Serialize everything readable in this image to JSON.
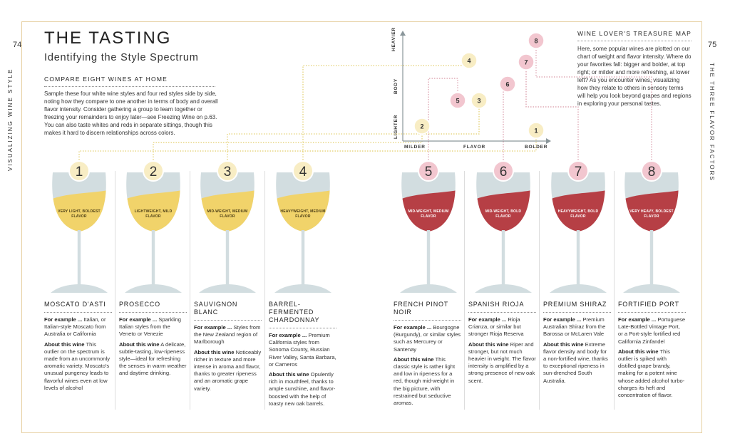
{
  "page": {
    "left_number": "74",
    "right_number": "75",
    "left_side_title": "VISUALIZING WINE STYLE",
    "right_side_title": "THE THREE FLAVOR FACTORS"
  },
  "header": {
    "title": "THE TASTING",
    "subtitle": "Identifying the Style Spectrum"
  },
  "intro": {
    "heading": "COMPARE EIGHT WINES AT HOME",
    "text": "Sample these four white wine styles and four red styles side by side, noting how they compare to one another in terms of body and overall flavor intensity. Consider gathering a group to learn together or freezing your remainders to enjoy later—see Freezing Wine on p.63. You can also taste whites and reds in separate sittings, though this makes it hard to discern relationships across colors."
  },
  "map": {
    "heading": "WINE LOVER'S TREASURE MAP",
    "text": "Here, some popular wines are plotted on our chart of weight and flavor intensity. Where do your favorites fall: bigger and bolder, at top right; or milder and more refreshing, at lower left? As you encounter wines, visualizing how they relate to others in sensory terms will help you look beyond grapes and regions in exploring your personal tastes.",
    "y_axis": "BODY",
    "y_top": "HEAVIER",
    "y_bottom": "LIGHTER",
    "x_axis": "FLAVOR",
    "x_left": "MILDER",
    "x_right": "BOLDER"
  },
  "colors": {
    "white_wine": "#f1d36a",
    "white_badge": "#f8edc4",
    "red_wine": "#b63f45",
    "red_badge": "#f2c6cf",
    "glass": "#d2dde0",
    "connector_white": "#e3cf6e",
    "connector_red": "#d99aa8"
  },
  "wines": [
    {
      "num": "1",
      "type": "white",
      "glass_label": "VERY LIGHT, BOLDEST FLAVOR",
      "name": "MOSCATO D'ASTI",
      "example": "Italian, or Italian-style Moscato from Australia or California",
      "about": "This outlier on the spectrum is made from an uncommonly aromatic variety. Moscato's unusual pungency leads to flavorful wines even at low levels of alcohol"
    },
    {
      "num": "2",
      "type": "white",
      "glass_label": "LIGHTWEIGHT, MILD FLAVOR",
      "name": "PROSECCO",
      "example": "Sparkling Italian styles from the Veneto or Venezie",
      "about": "A delicate, subtle-tasting, low-ripeness style—ideal for refreshing the senses in warm weather and daytime drinking."
    },
    {
      "num": "3",
      "type": "white",
      "glass_label": "MID-WEIGHT, MEDIUM FLAVOR",
      "name": "SAUVIGNON BLANC",
      "example": "Styles from the New Zealand region of Marlborough",
      "about": "Noticeably richer in texture and more intense in aroma and flavor, thanks to greater ripeness and an aromatic grape variety."
    },
    {
      "num": "4",
      "type": "white",
      "glass_label": "HEAVYWEIGHT, MEDIUM FLAVOR",
      "name": "BARREL-FERMENTED CHARDONNAY",
      "example": "Premium California styles from Sonoma County, Russian River Valley, Santa Barbara, or Carneros",
      "about": "Opulently rich in mouthfeel, thanks to ample sunshine, and flavor-boosted with the help of toasty new oak barrels."
    },
    {
      "num": "5",
      "type": "red",
      "glass_label": "MID-WEIGHT, MEDIUM FLAVOR",
      "name": "FRENCH PINOT NOIR",
      "example": "Bourgogne (Burgundy), or similar styles such as Mercurey or Santenay",
      "about": "This classic style is rather light and low in ripeness for a red, though mid-weight in the big picture, with restrained but seductive aromas."
    },
    {
      "num": "6",
      "type": "red",
      "glass_label": "MID-WEIGHT, BOLD FLAVOR",
      "name": "SPANISH RIOJA",
      "example": "Rioja Crianza, or similar but stronger Rioja Reserva",
      "about": "Riper and stronger, but not much heavier in weight. The flavor intensity is amplified by a strong presence of new oak scent."
    },
    {
      "num": "7",
      "type": "red",
      "glass_label": "HEAVYWEIGHT, BOLD FLAVOR",
      "name": "PREMIUM SHIRAZ",
      "example": "Premium Australian Shiraz from the Barossa or McLaren Vale",
      "about": "Extreme flavor density and body for a non-fortified wine, thanks to exceptional ripeness in sun-drenched South Australia."
    },
    {
      "num": "8",
      "type": "red",
      "glass_label": "VERY HEAVY, BOLDEST FLAVOR",
      "name": "FORTIFIED PORT",
      "example": "Portuguese Late-Bottled Vintage Port, or a Port-style fortified red California Zinfandel",
      "about": "This outlier is spiked with distilled grape brandy, making for a potent wine whose added alcohol turbo-charges its heft and concentration of flavor."
    }
  ],
  "labels": {
    "example_prefix": "For example ...",
    "about_prefix": "About this wine"
  }
}
